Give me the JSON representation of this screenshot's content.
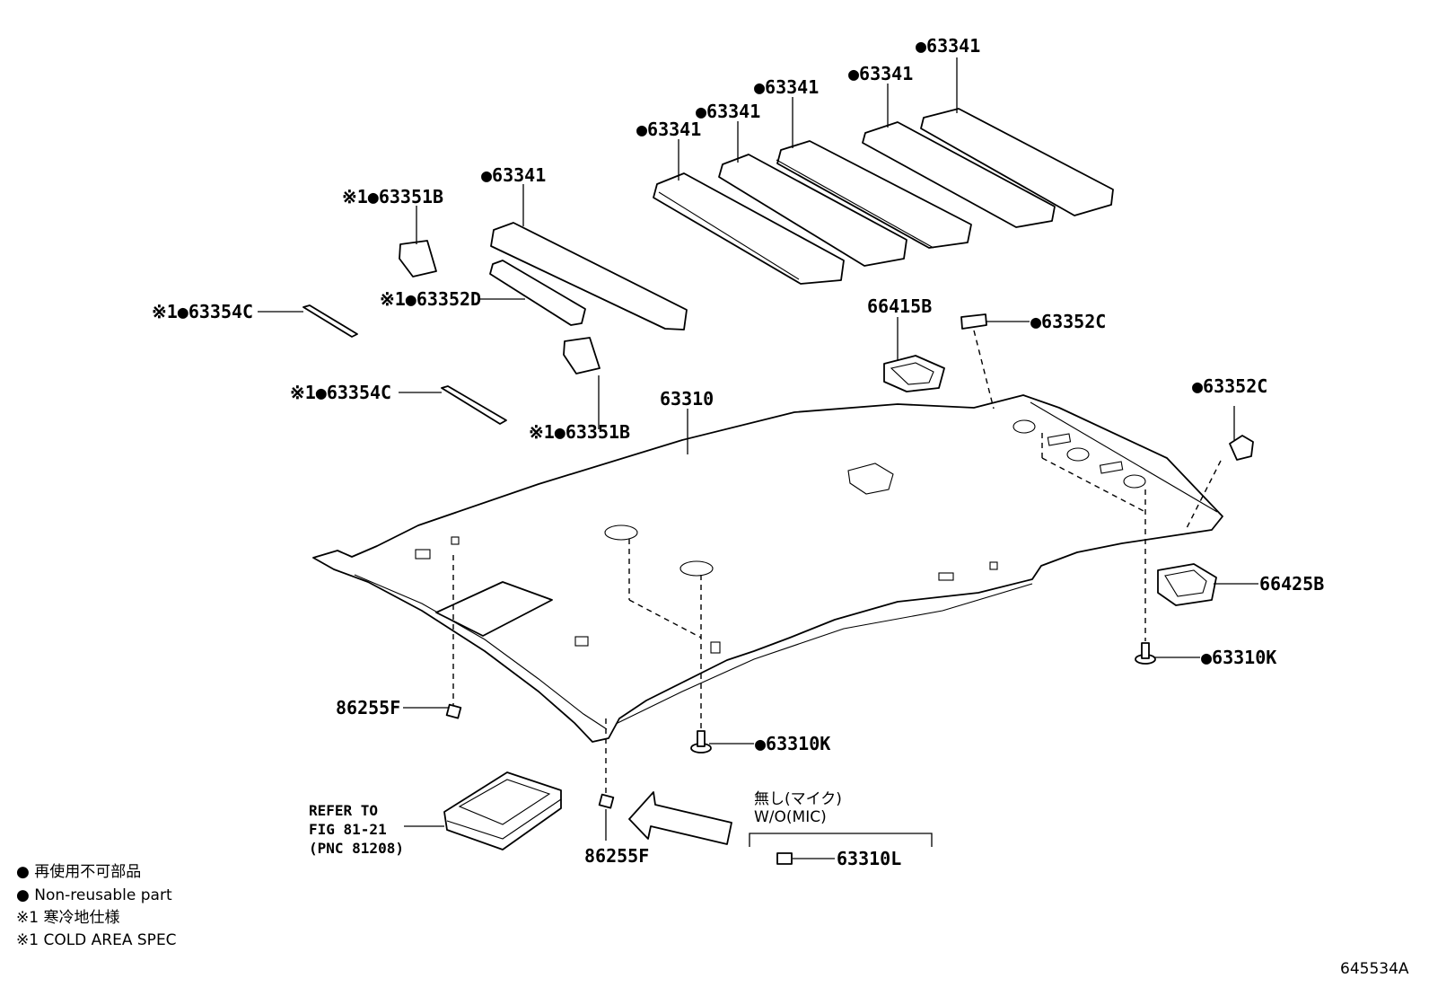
{
  "labels": {
    "p63341_a": "●63341",
    "p63341_b": "●63341",
    "p63341_c": "●63341",
    "p63341_d": "●63341",
    "p63341_e": "●63341",
    "p63341_f": "●63341",
    "p63351b_a": "※1●63351B",
    "p63352d": "※1●63352D",
    "p63354c_a": "※1●63354C",
    "p63354c_b": "※1●63354C",
    "p63351b_b": "※1●63351B",
    "p63310": "63310",
    "p66415b": "66415B",
    "p63352c_a": "●63352C",
    "p63352c_b": "●63352C",
    "p66425b": "66425B",
    "p63310k_a": "●63310K",
    "p63310k_b": "●63310K",
    "p86255f_a": "86255F",
    "p86255f_b": "86255F",
    "p63310l": "63310L",
    "refer_line1": "REFER TO",
    "refer_line2": "FIG 81-21",
    "refer_line3": "(PNC 81208)",
    "variant_jp": "無し(マイク)",
    "variant_en": "W/O(MIC)"
  },
  "legend": {
    "jp_nonreusable": "● 再使用不可部品",
    "en_nonreusable": "● Non-reusable part",
    "jp_cold": "※1 寒冷地仕様",
    "en_cold": "※1 COLD AREA SPEC"
  },
  "figure_id": "645534A"
}
